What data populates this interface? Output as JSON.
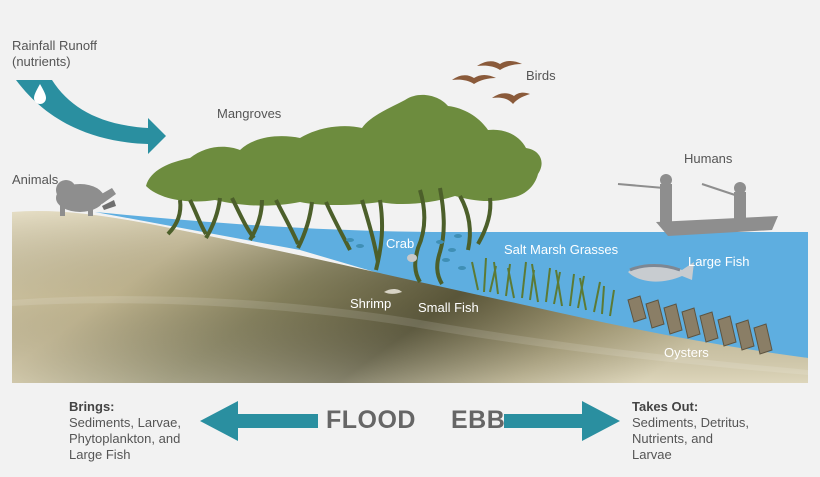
{
  "labels": {
    "rainfall_line1": "Rainfall Runoff",
    "rainfall_line2": "(nutrients)",
    "mangroves": "Mangroves",
    "birds": "Birds",
    "animals": "Animals",
    "humans": "Humans",
    "crab": "Crab",
    "salt_marsh": "Salt Marsh Grasses",
    "large_fish": "Large Fish",
    "shrimp": "Shrimp",
    "small_fish": "Small Fish",
    "oysters": "Oysters"
  },
  "flood": {
    "label": "FLOOD",
    "heading": "Brings:",
    "lines": [
      "Sediments, Larvae,",
      "Phytoplankton, and",
      "Large Fish"
    ]
  },
  "ebb": {
    "label": "EBB",
    "heading": "Takes Out:",
    "lines": [
      "Sediments, Detritus,",
      "Nutrients, and",
      "Larvae"
    ]
  },
  "colors": {
    "water": "#5eaee0",
    "teal_arrow": "#2a8fa0",
    "tree": "#6d8c3e",
    "tree_dark": "#52682c",
    "sediment_light": "#e4dcc0",
    "sediment_dark": "#6e6a4a",
    "silhouette": "#8e8e8e",
    "bird": "#8a5a3a"
  }
}
